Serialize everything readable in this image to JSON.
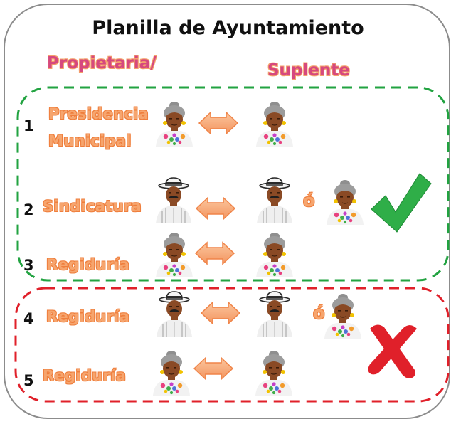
{
  "title": "Planilla de Ayuntamiento",
  "headers": {
    "owner": "Propietaria/",
    "substitute": "Suplente"
  },
  "or_text": "ó",
  "colors": {
    "valid": "#22a341",
    "invalid": "#e0202a",
    "role_text": "#f6a56e",
    "header_text": "#d6487f"
  },
  "groups": [
    {
      "status": "valid",
      "status_icon": "check-icon",
      "rows": [
        {
          "number": "1",
          "role_lines": [
            "Presidencia",
            "Municipal"
          ],
          "owner": "woman-icon",
          "substitutes": [
            "woman-icon"
          ]
        },
        {
          "number": "2",
          "role_lines": [
            "Sindicatura"
          ],
          "owner": "man-icon",
          "substitutes": [
            "man-icon",
            "woman-icon"
          ]
        },
        {
          "number": "3",
          "role_lines": [
            "Regiduría"
          ],
          "owner": "woman-icon",
          "substitutes": [
            "woman-icon"
          ]
        }
      ]
    },
    {
      "status": "invalid",
      "status_icon": "cross-icon",
      "rows": [
        {
          "number": "4",
          "role_lines": [
            "Regiduría"
          ],
          "owner": "man-icon",
          "substitutes": [
            "man-icon",
            "woman-icon"
          ]
        },
        {
          "number": "5",
          "role_lines": [
            "Regiduría"
          ],
          "owner": "woman-icon",
          "substitutes": [
            "woman-icon"
          ]
        }
      ]
    }
  ]
}
